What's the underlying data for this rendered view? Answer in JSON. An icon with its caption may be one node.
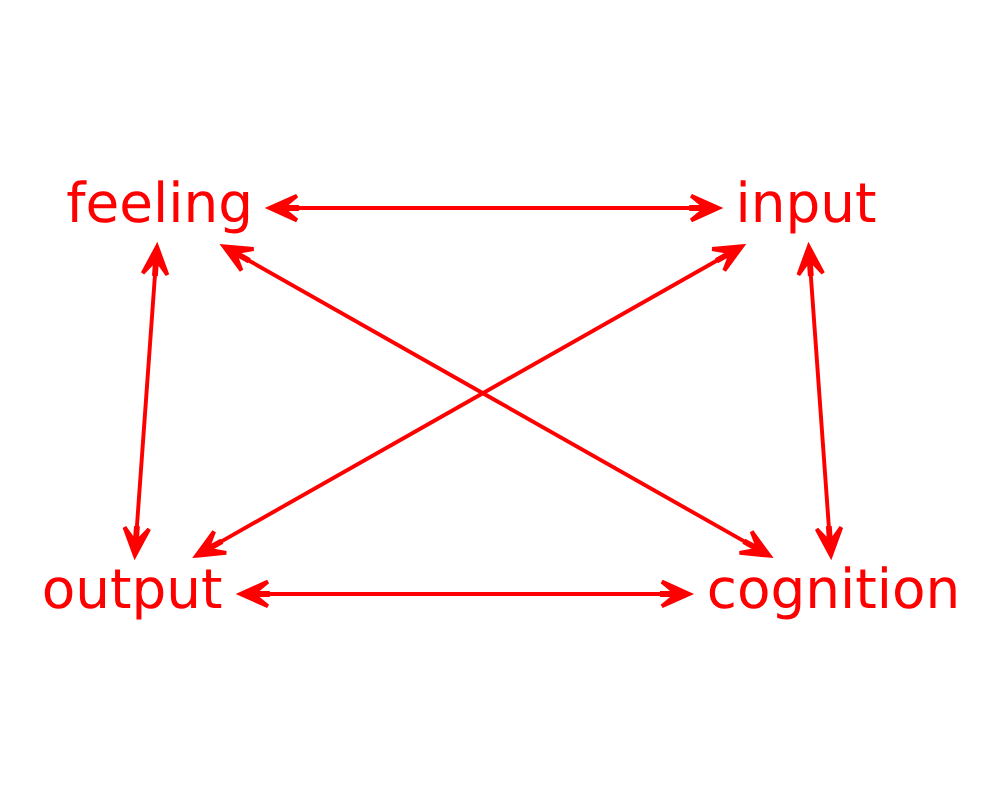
{
  "diagram": {
    "nodes": [
      {
        "text": [
          "feeling"
        ]
      },
      {
        "text": [
          "input"
        ]
      },
      {
        "text": [
          "output"
        ]
      },
      {
        "text": [
          "cognition"
        ]
      }
    ],
    "edges": [
      {
        "from": 0,
        "to": 1,
        "arrow": "both"
      },
      {
        "from": 0,
        "to": 2,
        "arrow": "both"
      },
      {
        "from": 1,
        "to": 3,
        "arrow": "both"
      },
      {
        "from": 0,
        "to": 3,
        "arrow": "both"
      },
      {
        "from": 1,
        "to": 2,
        "arrow": "both"
      },
      {
        "from": 2,
        "to": 3,
        "arrow": "both"
      }
    ]
  }
}
